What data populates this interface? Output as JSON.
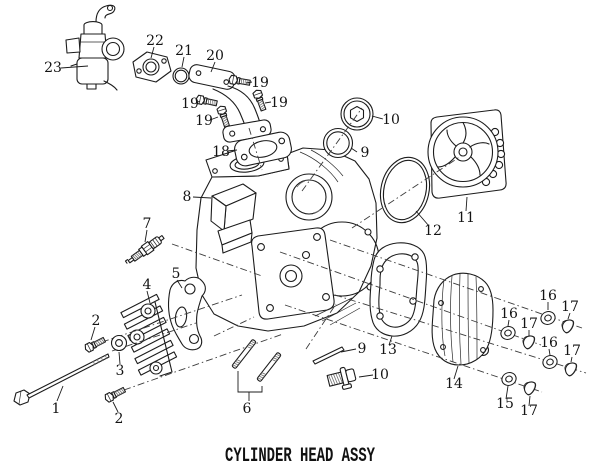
{
  "diagram": {
    "caption": "CYLINDER HEAD ASSY",
    "colors": {
      "background": "#ffffff",
      "line_art": "#1c1c1c",
      "shading": "#8a8a8a"
    },
    "callouts": [
      {
        "label": "23"
      },
      {
        "label": "22"
      },
      {
        "label": "21"
      },
      {
        "label": "20"
      },
      {
        "label": "19"
      },
      {
        "label": "19"
      },
      {
        "label": "19"
      },
      {
        "label": "19"
      },
      {
        "label": "18"
      },
      {
        "label": "10"
      },
      {
        "label": "9"
      },
      {
        "label": "8"
      },
      {
        "label": "7"
      },
      {
        "label": "11"
      },
      {
        "label": "12"
      },
      {
        "label": "4"
      },
      {
        "label": "5"
      },
      {
        "label": "2"
      },
      {
        "label": "3"
      },
      {
        "label": "1"
      },
      {
        "label": "2"
      },
      {
        "label": "6"
      },
      {
        "label": "9"
      },
      {
        "label": "13"
      },
      {
        "label": "10"
      },
      {
        "label": "14"
      },
      {
        "label": "16"
      },
      {
        "label": "17"
      },
      {
        "label": "16"
      },
      {
        "label": "17"
      },
      {
        "label": "16"
      },
      {
        "label": "17"
      },
      {
        "label": "15"
      },
      {
        "label": "17"
      }
    ]
  }
}
